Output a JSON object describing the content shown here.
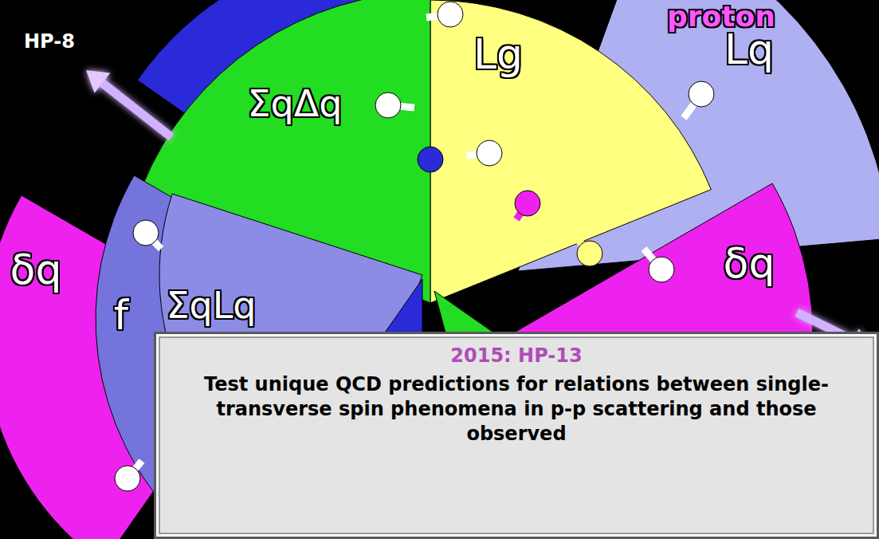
{
  "diagram": {
    "title": "proton",
    "nodes": [
      {
        "text": [
          "ΣqΔq"
        ]
      },
      {
        "text": [
          "Lg"
        ]
      },
      {
        "text": [
          "Lq"
        ]
      },
      {
        "text": [
          "δq"
        ]
      },
      {
        "text": [
          "f"
        ]
      },
      {
        "text": [
          "ΣqLq"
        ]
      },
      {
        "text": [
          "δq"
        ]
      },
      {
        "text": [
          "2015: HP-13",
          "Test unique QCD predictions for relations between single-transverse spin phenomena in p-p scattering and those observed"
        ]
      }
    ],
    "labels": [
      "HP-8"
    ]
  }
}
